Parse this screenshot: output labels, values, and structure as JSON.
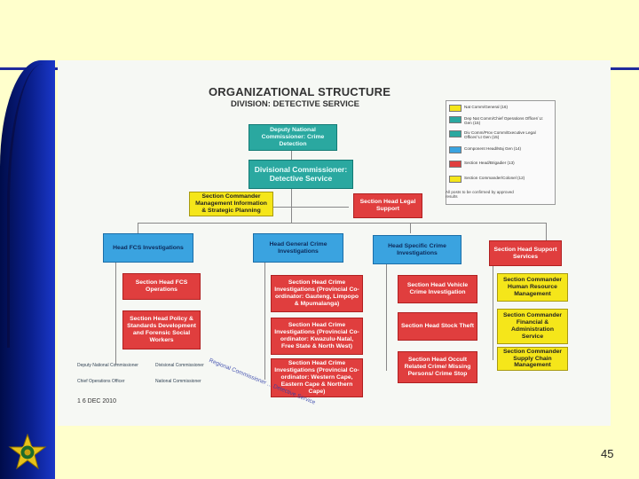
{
  "title": "ORGANIZATIONAL STRUCTURE",
  "subtitle": "DIVISION: DETECTIVE SERVICE",
  "legend": [
    {
      "label": "Nat Comm/General (16)",
      "color": "#f5e61a"
    },
    {
      "label": "Dep Nat Comm/Chief Operations Officer/ Lt Gen (15)",
      "color": "#2aa8a0"
    },
    {
      "label": "Div Comm/Prov Comm/Executive Legal Officer/ Lt Gen (15)",
      "color": "#2aa8a0"
    },
    {
      "label": "Component Head/Maj Gen (14)",
      "color": "#3aa3e0"
    },
    {
      "label": "Section Head/Brigadier (13)",
      "color": "#e03e3e"
    },
    {
      "label": "Section Commander/Colonel (12)",
      "color": "#f5e61a"
    }
  ],
  "legend_note": "All posts to be confirmed by approved results",
  "nodes": {
    "deputy": "Deputy National Commissioner: Crime Detection",
    "divisional": "Divisional Commissioner: Detective Service",
    "mgmt_info": "Section Commander Management Information & Strategic Planning",
    "legal": "Section Head Legal Support",
    "fcs": "Head FCS Investigations",
    "general": "Head General Crime Investigations",
    "specific": "Head Specific Crime Investigations",
    "support": "Section Head Support Services",
    "fcs_ops": "Section Head FCS Operations",
    "policy": "Section Head Policy & Standards Development and Forensic Social Workers",
    "gc1": "Section Head Crime Investigations (Provincial Co-ordinator: Gauteng, Limpopo & Mpumalanga)",
    "gc2": "Section Head Crime Investigations (Provincial Co-ordinator: Kwazulu-Natal, Free State & North West)",
    "gc3": "Section Head Crime Investigations (Provincial Co-ordinator: Western Cape, Eastern Cape & Northern Cape)",
    "vehicle": "Section Head Vehicle Crime Investigation",
    "stock": "Section Head Stock Theft",
    "occult": "Section Head Occult Related Crime/ Missing Persons/ Crime Stop",
    "hr": "Section Commander Human Resource Management",
    "finance": "Section Commander Financial & Administration Service",
    "supply": "Section Commander Supply Chain Management"
  },
  "signatures": {
    "line1": "Deputy National Commissioner",
    "line2": "Divisional Commissioner",
    "line3": "Chief Operations Officer",
    "line4": "National Commissioner",
    "stamp_text": "Regional Commissioner ... Detective Service",
    "date": "1 6 DEC 2010"
  },
  "page_number": "45",
  "colors": {
    "background": "#ffffcc",
    "band": "#0a1f8c",
    "rule": "#1f2a9c"
  },
  "logo_icon": "saps-star-emblem-icon"
}
